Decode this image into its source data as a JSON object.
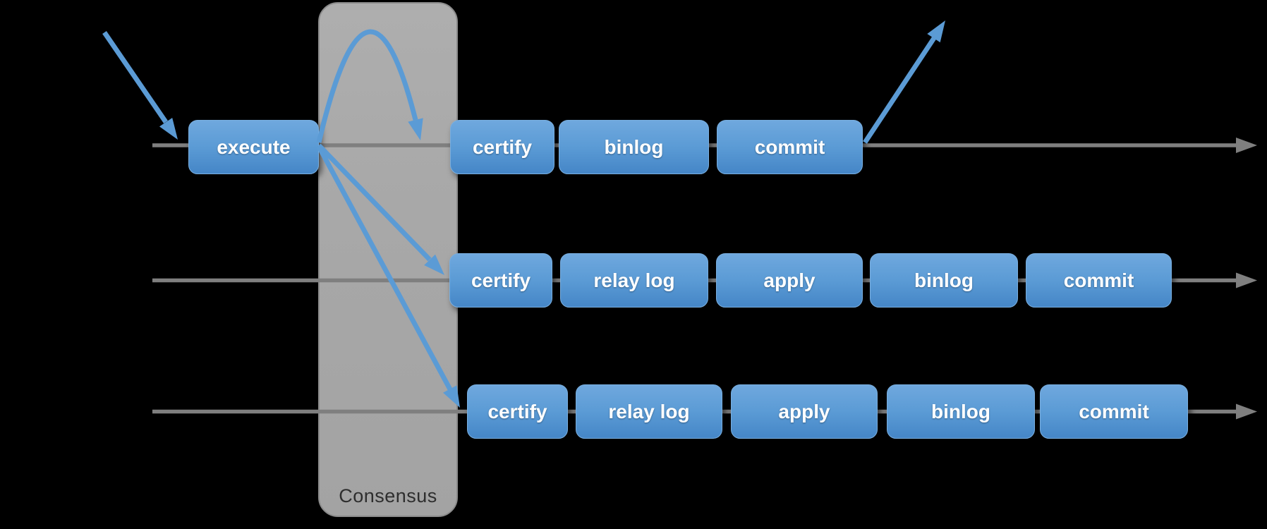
{
  "diagram": {
    "kind": "replication-pipeline-flow",
    "background": "#000000"
  },
  "consensus": {
    "label": "Consensus"
  },
  "lanes": [
    {
      "id": "lane-1",
      "boxes": [
        {
          "label": "execute"
        },
        {
          "label": "certify"
        },
        {
          "label": "binlog"
        },
        {
          "label": "commit"
        }
      ]
    },
    {
      "id": "lane-2",
      "boxes": [
        {
          "label": "certify"
        },
        {
          "label": "relay log"
        },
        {
          "label": "apply"
        },
        {
          "label": "binlog"
        },
        {
          "label": "commit"
        }
      ]
    },
    {
      "id": "lane-3",
      "boxes": [
        {
          "label": "certify"
        },
        {
          "label": "relay log"
        },
        {
          "label": "apply"
        },
        {
          "label": "binlog"
        },
        {
          "label": "commit"
        }
      ]
    }
  ],
  "colors": {
    "node_blue": "#5b9bd5",
    "node_blue_light": "#6fa8de",
    "node_blue_dark": "#4586c7",
    "arrow_blue": "#5b9bd5",
    "lane_gray": "#7f7f7f",
    "band_gray": "#a8a8a8",
    "band_border_gray": "#8b8b8b",
    "consensus_text": "#2e2e2e",
    "node_text": "#ffffff"
  }
}
